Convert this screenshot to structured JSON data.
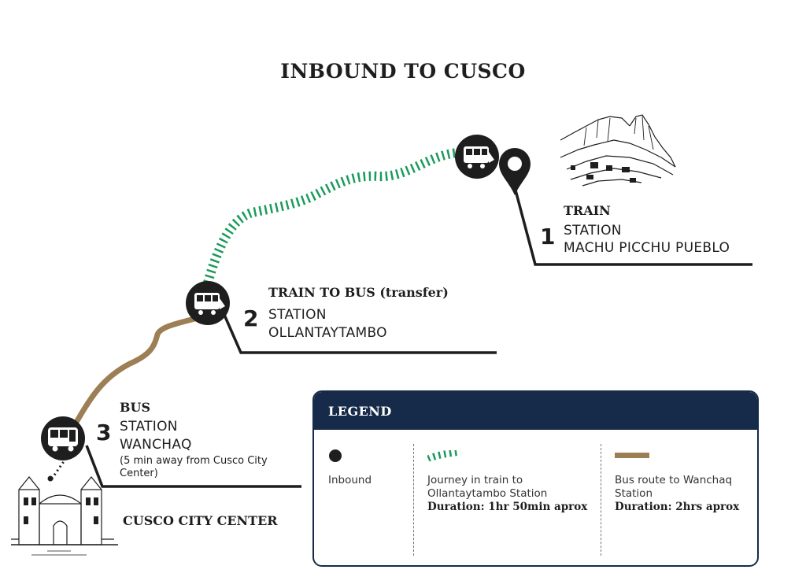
{
  "title": "INBOUND TO CUSCO",
  "stops": [
    {
      "number": "1",
      "title": "TRAIN",
      "lines": [
        "STATION",
        "MACHU PICCHU PUEBLO"
      ]
    },
    {
      "number": "2",
      "title": "TRAIN TO BUS",
      "title_suffix": "(transfer)",
      "lines": [
        "STATION",
        "OLLANTAYTAMBO"
      ]
    },
    {
      "number": "3",
      "title": "BUS",
      "lines": [
        "STATION",
        "WANCHAQ"
      ],
      "note": "(5 min away from Cusco City Center)"
    }
  ],
  "city_center": "CUSCO CITY CENTER",
  "legend": {
    "title": "LEGEND",
    "items": [
      {
        "label": "Inbound",
        "icon": "dot-icon"
      },
      {
        "label": "Journey in train to Ollantaytambo Station",
        "duration": "Duration: 1hr 50min aprox",
        "icon": "dashed-green-line-icon"
      },
      {
        "label": "Bus route to Wanchaq Station",
        "duration": "Duration: 2hrs aprox",
        "icon": "brown-line-icon"
      }
    ]
  },
  "colors": {
    "train_route": "#1a9a5c",
    "bus_route": "#9c7f55",
    "legend_header": "#162a4a",
    "ink": "#1e1e1e"
  },
  "icons": [
    "train-icon",
    "bus-icon",
    "map-pin-icon",
    "machu-picchu-illustration",
    "cusco-cathedral-illustration"
  ]
}
